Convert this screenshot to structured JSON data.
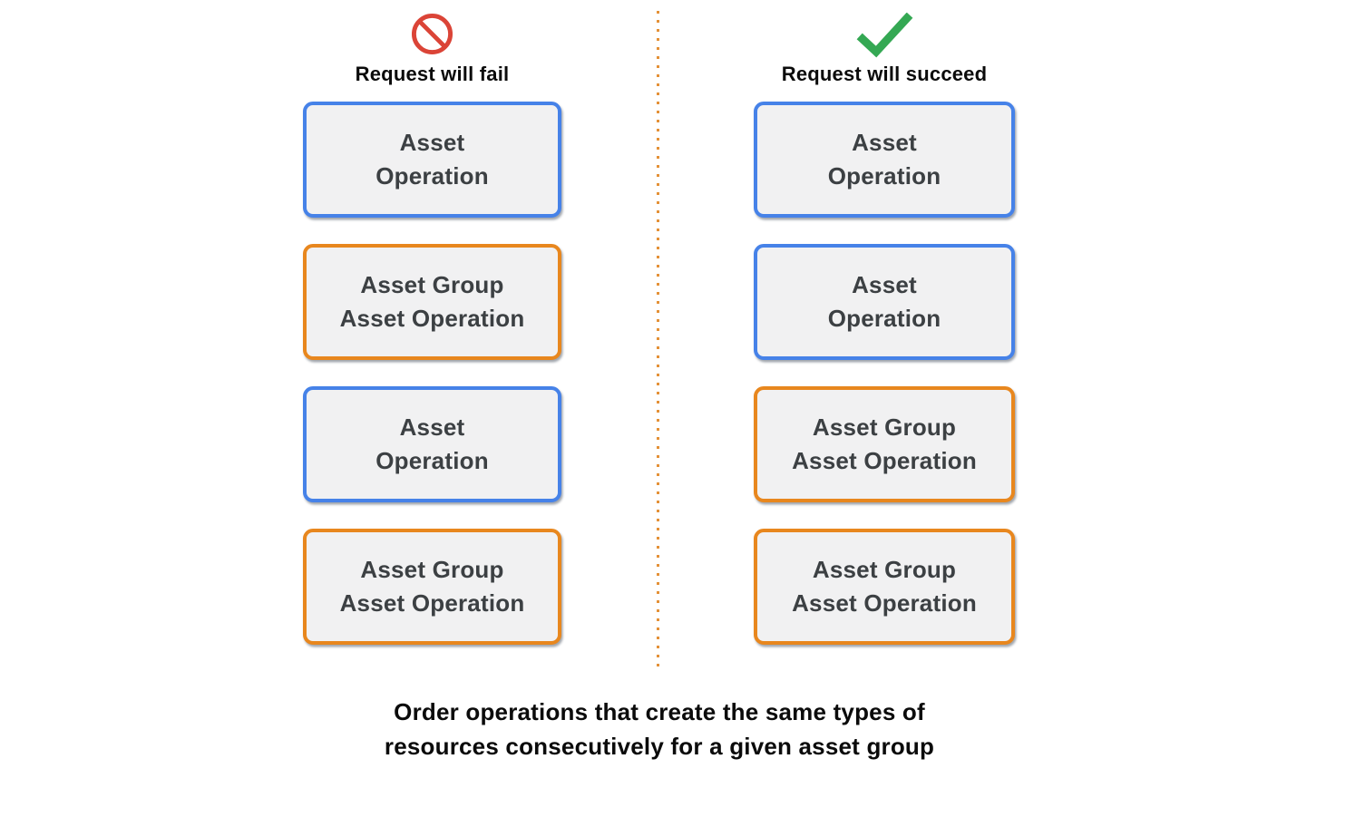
{
  "columns": [
    {
      "id": "fail",
      "icon": "prohibition-icon",
      "header": "Request will fail",
      "boxes": [
        {
          "type": "blue",
          "label": "Asset\nOperation"
        },
        {
          "type": "orange",
          "label": "Asset Group\nAsset Operation"
        },
        {
          "type": "blue",
          "label": "Asset\nOperation"
        },
        {
          "type": "orange",
          "label": "Asset Group\nAsset Operation"
        }
      ]
    },
    {
      "id": "succeed",
      "icon": "checkmark-icon",
      "header": "Request will succeed",
      "boxes": [
        {
          "type": "blue",
          "label": "Asset\nOperation"
        },
        {
          "type": "blue",
          "label": "Asset\nOperation"
        },
        {
          "type": "orange",
          "label": "Asset Group\nAsset Operation"
        },
        {
          "type": "orange",
          "label": "Asset Group\nAsset Operation"
        }
      ]
    }
  ],
  "caption": "Order operations that create the same types of\nresources consecutively for a given asset group",
  "colors": {
    "blue_border": "#4682E8",
    "orange_border": "#E8871E",
    "box_fill": "#F1F1F2",
    "box_text": "#3C4043",
    "fail_icon": "#DB4437",
    "success_icon": "#34A853",
    "divider": "#E49137",
    "header_text": "#0B0B0B",
    "caption_text": "#0B0B0B"
  }
}
